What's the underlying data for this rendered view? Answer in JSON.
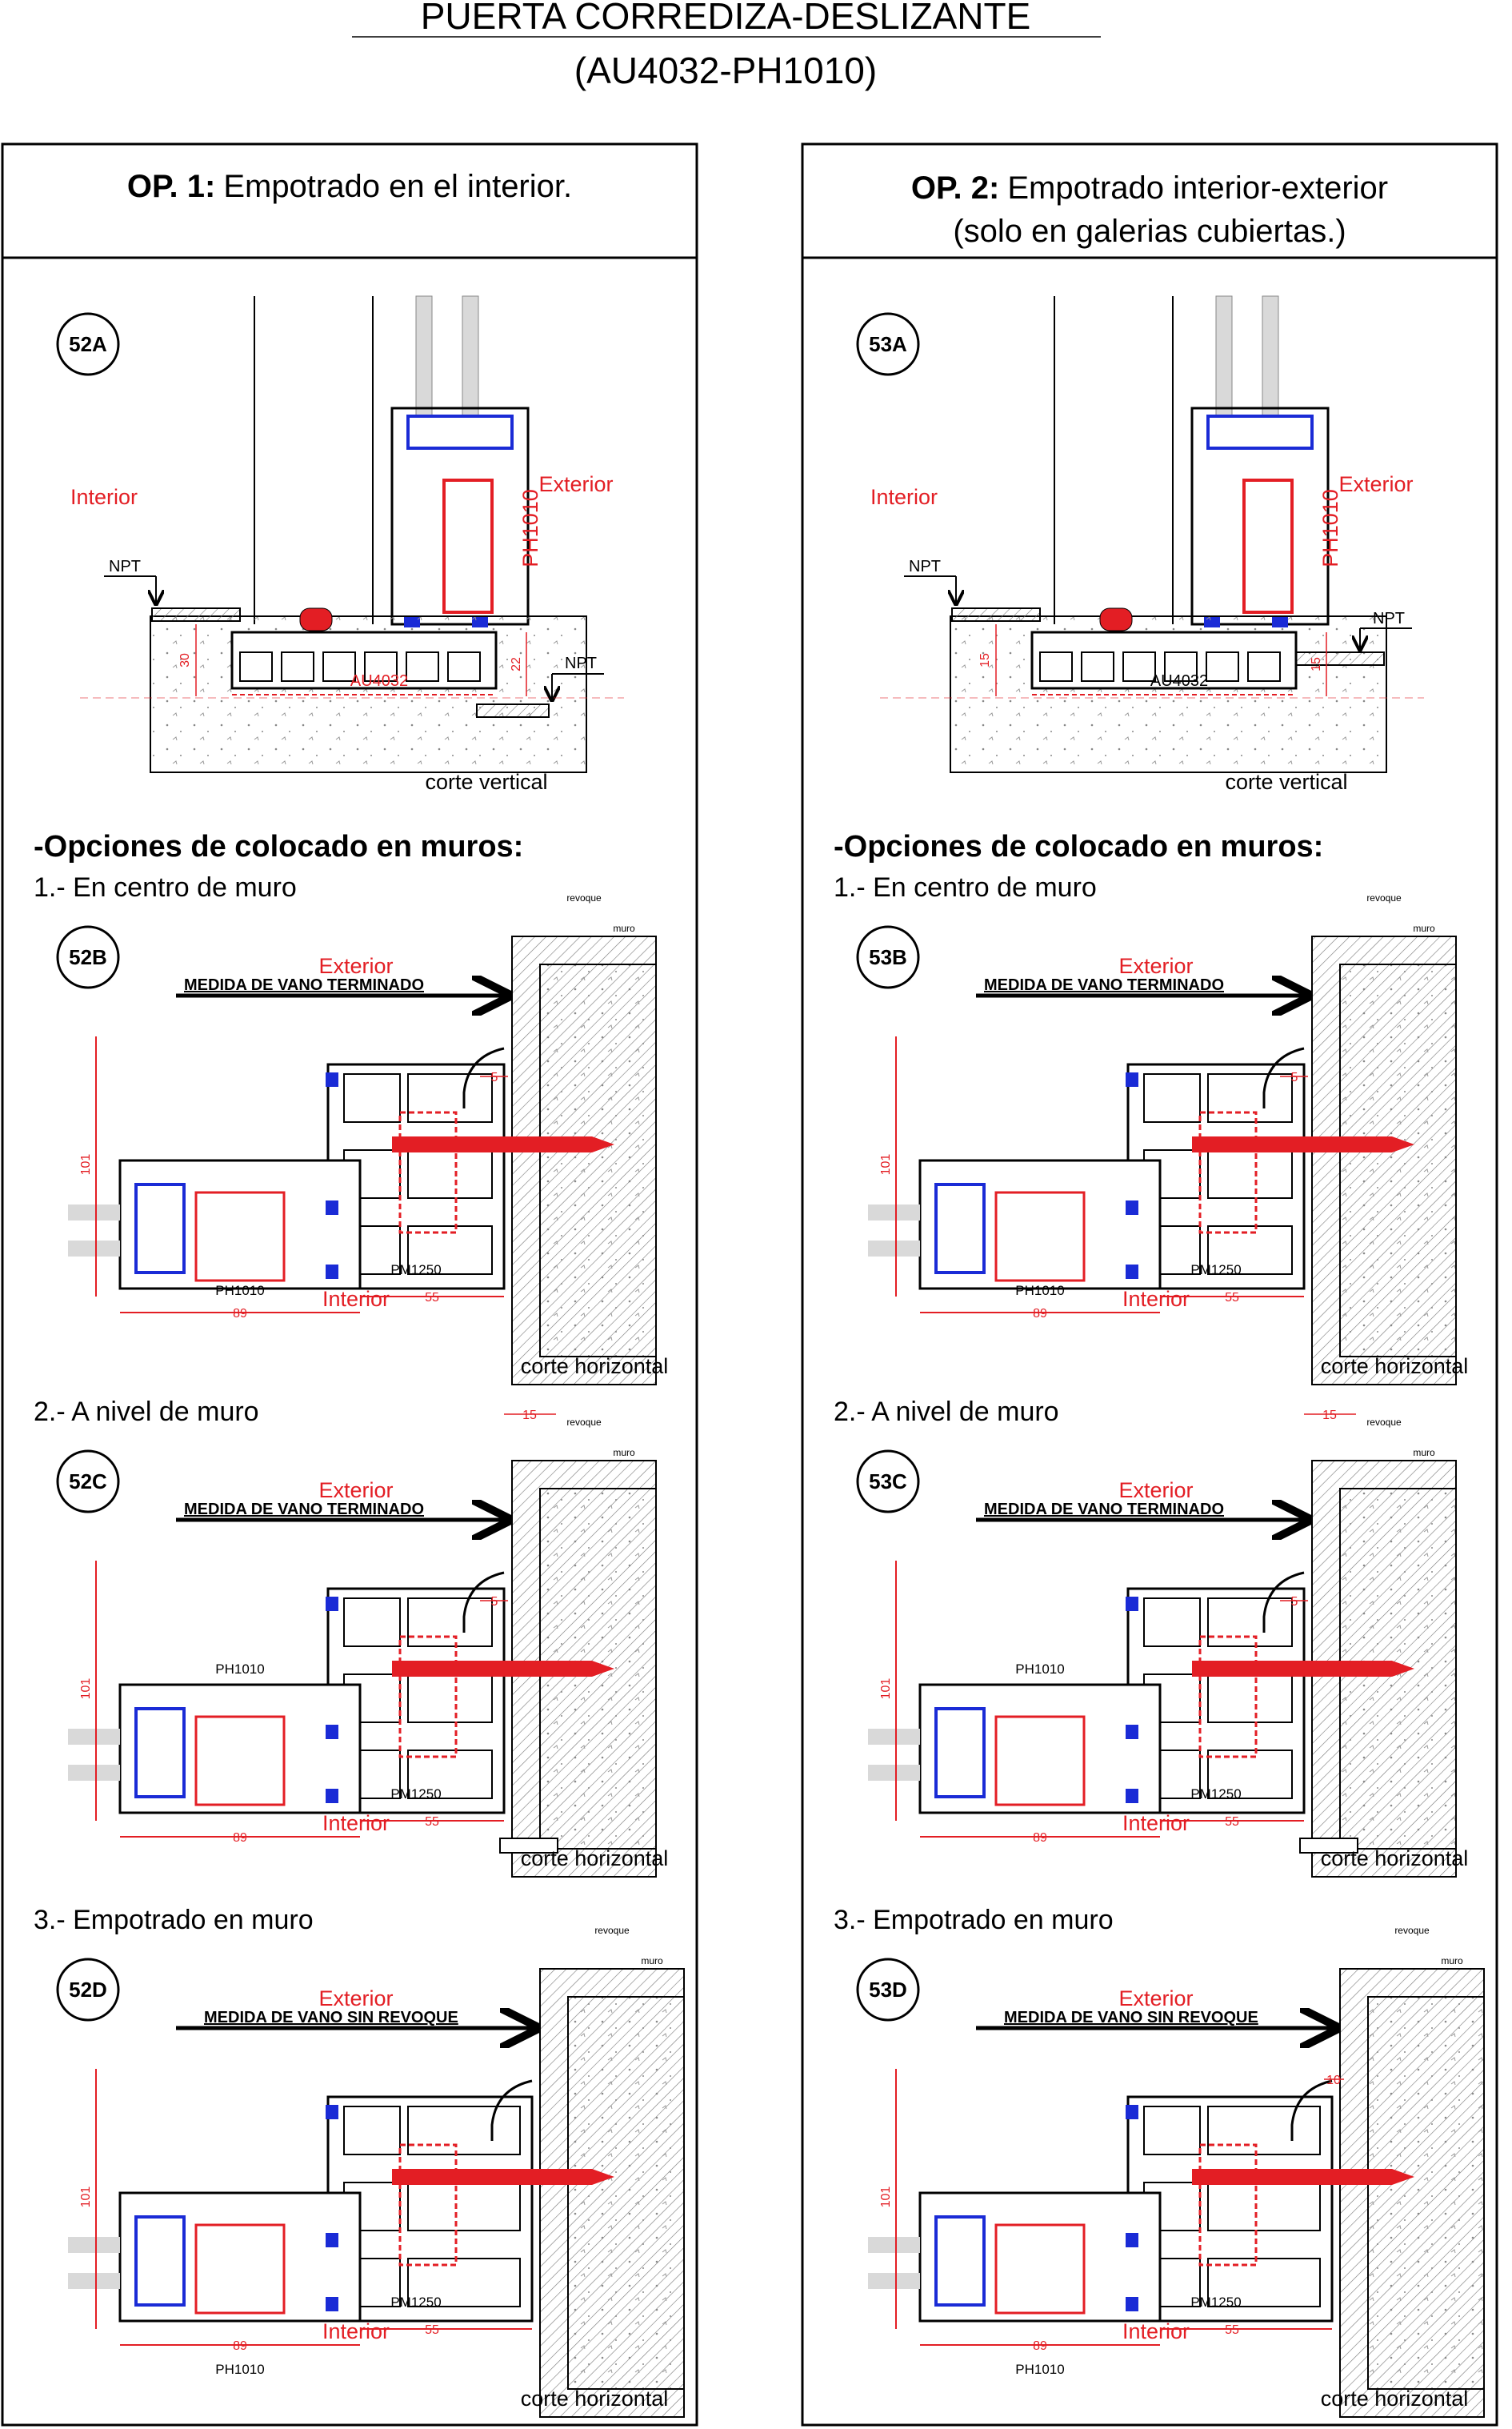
{
  "title": {
    "line1": "PUERTA CORREDIZA-DESLIZANTE",
    "line2": "(AU4032-PH1010)"
  },
  "panels": [
    {
      "heading_bold": "OP. 1:",
      "heading_rest": "Empotrado en el interior.",
      "heading_line2": "",
      "vertical": {
        "badge": "52A",
        "interior": "Interior",
        "exterior": "Exterior",
        "profile_v": "PH1010",
        "profile_sill": "AU4032",
        "npt_a": "NPT",
        "npt_b": "NPT",
        "dim_a": "30",
        "dim_b": "22",
        "caption": "corte vertical"
      },
      "options_title": "-Opciones de colocado en muros:",
      "details": [
        {
          "heading": "1.- En centro de muro",
          "badge": "52B",
          "exterior": "Exterior",
          "interior": "Interior",
          "measure": "MEDIDA DE VANO TERMINADO",
          "revoque": "revoque",
          "muro": "muro",
          "d101": "101",
          "d5": "5",
          "d55": "55",
          "d89": "89",
          "d15": "",
          "d10": "",
          "pm": "PM1250",
          "ph": "PH1010",
          "caption": "corte horizontal"
        },
        {
          "heading": "2.- A nivel de muro",
          "badge": "52C",
          "exterior": "Exterior",
          "interior": "Interior",
          "measure": "MEDIDA DE VANO TERMINADO",
          "revoque": "revoque",
          "muro": "muro",
          "d101": "101",
          "d5": "5",
          "d55": "55",
          "d89": "89",
          "d15": "15",
          "d10": "",
          "pm": "PM1250",
          "ph": "PH1010",
          "caption": "corte horizontal"
        },
        {
          "heading": "3.- Empotrado en muro",
          "badge": "52D",
          "exterior": "Exterior",
          "interior": "Interior",
          "measure": "MEDIDA DE VANO SIN REVOQUE",
          "revoque": "revoque",
          "muro": "muro",
          "d101": "101",
          "d5": "",
          "d55": "55",
          "d89": "89",
          "d15": "",
          "d10": "",
          "pm": "PM1250",
          "ph": "PH1010",
          "caption": "corte horizontal"
        }
      ]
    },
    {
      "heading_bold": "OP. 2:",
      "heading_rest": "Empotrado interior-exterior",
      "heading_line2": "(solo en galerias cubiertas.)",
      "vertical": {
        "badge": "53A",
        "interior": "Interior",
        "exterior": "Exterior",
        "profile_v": "PH1010",
        "profile_sill": "AU4032",
        "npt_a": "NPT",
        "npt_b": "NPT",
        "dim_a": "15",
        "dim_b": "15",
        "caption": "corte vertical"
      },
      "options_title": "-Opciones de colocado en muros:",
      "details": [
        {
          "heading": "1.- En centro de muro",
          "badge": "53B",
          "exterior": "Exterior",
          "interior": "Interior",
          "measure": "MEDIDA DE VANO TERMINADO",
          "revoque": "revoque",
          "muro": "muro",
          "d101": "101",
          "d5": "5",
          "d55": "55",
          "d89": "89",
          "d15": "",
          "d10": "",
          "pm": "PM1250",
          "ph": "PH1010",
          "caption": "corte horizontal"
        },
        {
          "heading": "2.- A nivel de muro",
          "badge": "53C",
          "exterior": "Exterior",
          "interior": "Interior",
          "measure": "MEDIDA DE VANO TERMINADO",
          "revoque": "revoque",
          "muro": "muro",
          "d101": "101",
          "d5": "5",
          "d55": "55",
          "d89": "89",
          "d15": "15",
          "d10": "",
          "pm": "PM1250",
          "ph": "PH1010",
          "caption": "corte horizontal"
        },
        {
          "heading": "3.- Empotrado en muro",
          "badge": "53D",
          "exterior": "Exterior",
          "interior": "Interior",
          "measure": "MEDIDA DE VANO SIN REVOQUE",
          "revoque": "revoque",
          "muro": "muro",
          "d101": "101",
          "d5": "",
          "d55": "55",
          "d89": "89",
          "d15": "",
          "d10": "10",
          "pm": "PM1250",
          "ph": "PH1010",
          "caption": "corte horizontal"
        }
      ]
    }
  ]
}
